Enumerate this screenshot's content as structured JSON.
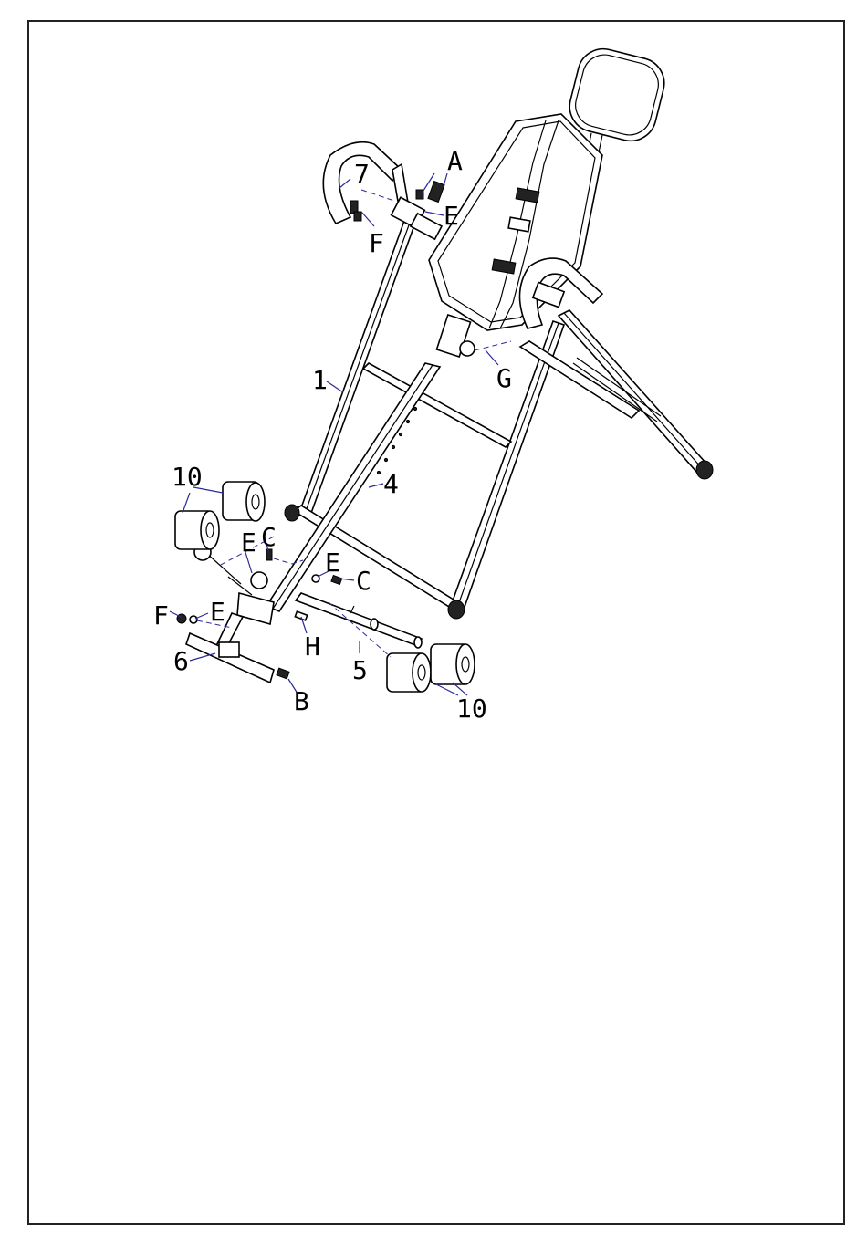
{
  "labels": {
    "A": "A",
    "E_top": "E",
    "7": "7",
    "F_top": "F",
    "G": "G",
    "1": "1",
    "4": "4",
    "10_left": "10",
    "C_left": "C",
    "E_left": "E",
    "E_mid": "E",
    "C_mid": "C",
    "F_left": "F",
    "E_low": "E",
    "6": "6",
    "H": "H",
    "5": "5",
    "B": "B",
    "10_right": "10"
  }
}
